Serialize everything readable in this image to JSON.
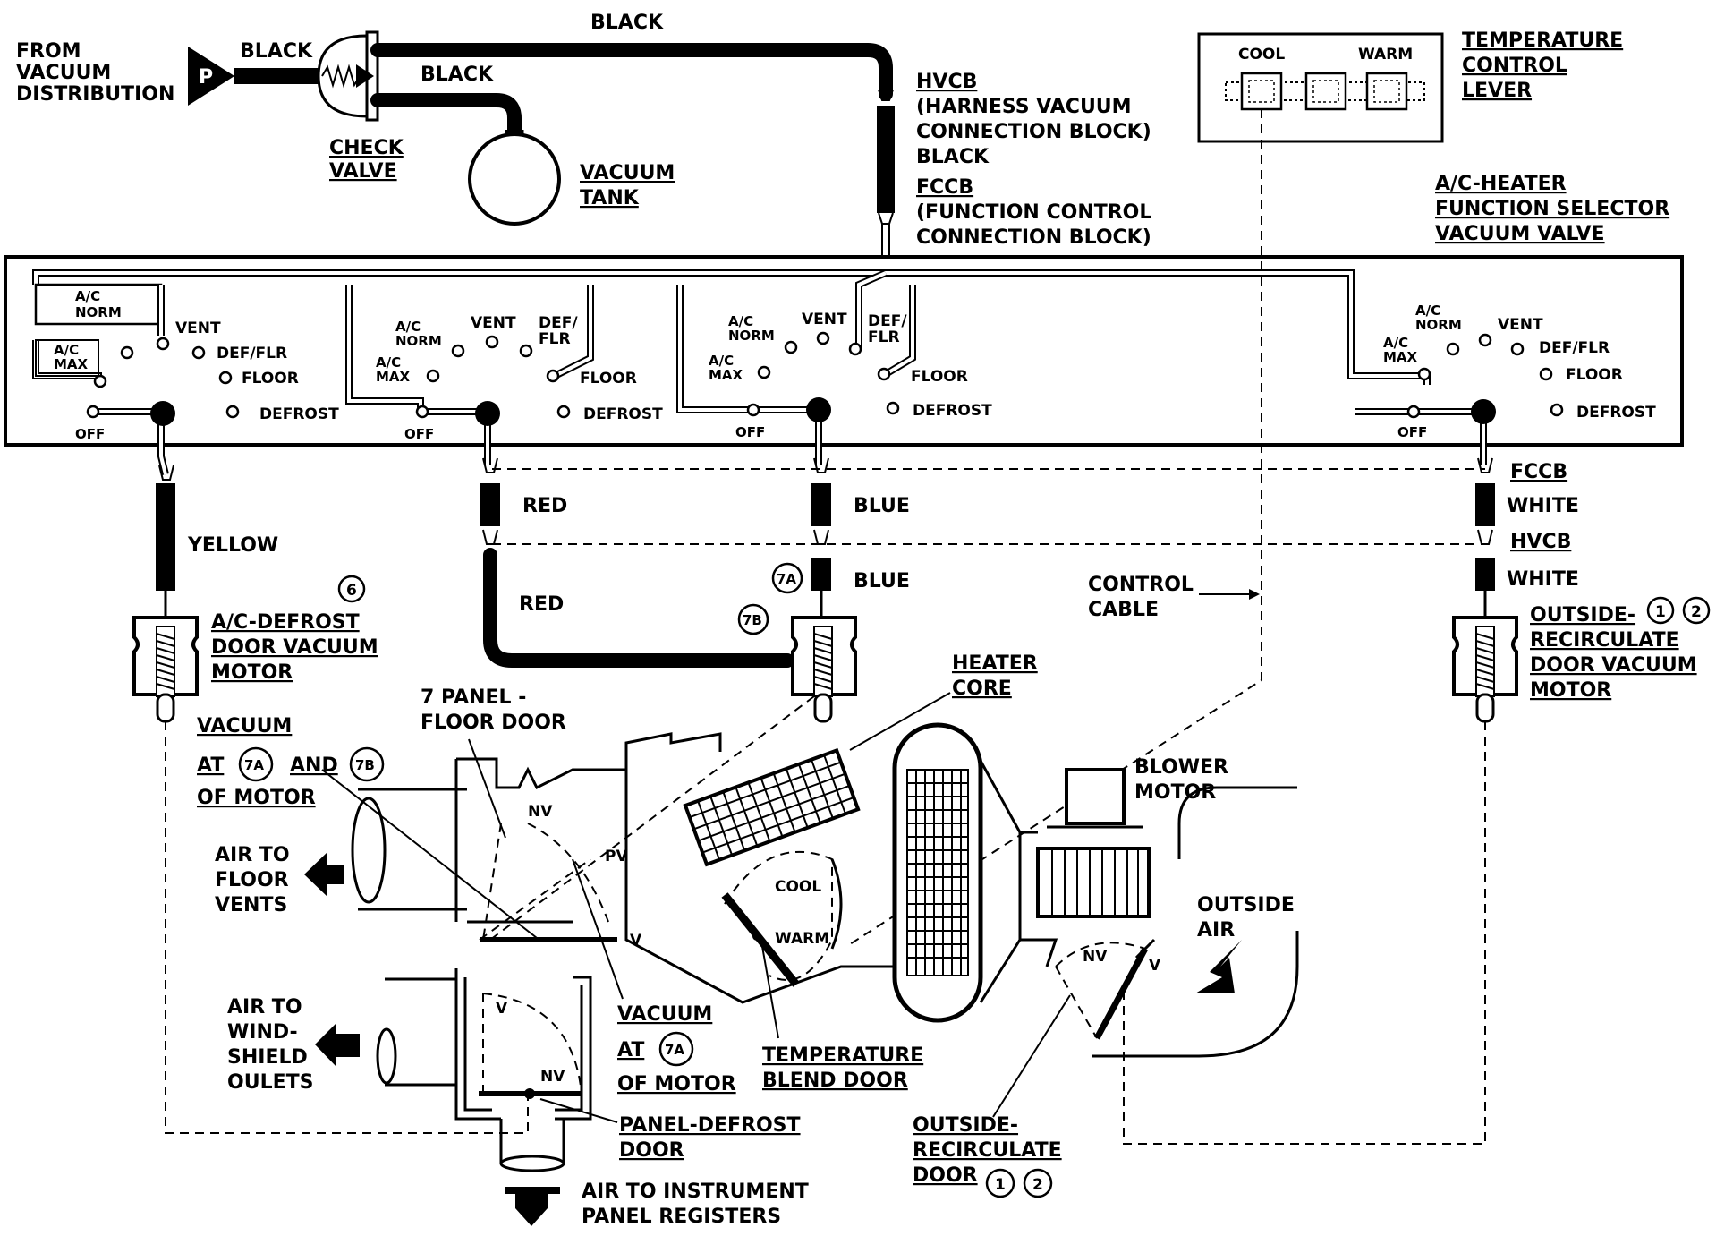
{
  "labels": {
    "from_vacuum_l1": "FROM",
    "from_vacuum_l2": "VACUUM",
    "from_vacuum_l3": "DISTRIBUTION",
    "p": "P",
    "black_1": "BLACK",
    "black_2": "BLACK",
    "black_3": "BLACK",
    "black_4": "BLACK",
    "check_valve_l1": "CHECK",
    "check_valve_l2": "VALVE",
    "vacuum_tank_l1": "VACUUM",
    "vacuum_tank_l2": "TANK",
    "hvcb_top": "HVCB",
    "hvcb_desc_l1": "(HARNESS VACUUM",
    "hvcb_desc_l2": "CONNECTION BLOCK)",
    "fccb_top": "FCCB",
    "fccb_desc_l1": "(FUNCTION CONTROL",
    "fccb_desc_l2": "CONNECTION BLOCK)",
    "temp_lever_l1": "TEMPERATURE",
    "temp_lever_l2": "CONTROL",
    "temp_lever_l3": "LEVER",
    "cool_lever": "COOL",
    "warm_lever": "WARM",
    "selector_l1": "A/C-HEATER",
    "selector_l2": "FUNCTION SELECTOR",
    "selector_l3": "VACUUM VALVE",
    "ac": "A/C",
    "norm": "NORM",
    "max": "MAX",
    "vent": "VENT",
    "def_flr": "DEF/FLR",
    "def_slash": "DEF/",
    "flr": "FLR",
    "floor": "FLOOR",
    "defrost": "DEFROST",
    "off": "OFF",
    "yellow": "YELLOW",
    "red_1": "RED",
    "red_2": "RED",
    "blue_1": "BLUE",
    "blue_2": "BLUE",
    "fccb_right": "FCCB",
    "hvcb_right": "HVCB",
    "white_1": "WHITE",
    "white_2": "WHITE",
    "control_cable_l1": "CONTROL",
    "control_cable_l2": "CABLE",
    "c6": "6",
    "c7a": "7A",
    "c7b": "7B",
    "c1": "1",
    "c2": "2",
    "acdef_motor_l1": "A/C-DEFROST",
    "acdef_motor_l2": "DOOR VACUUM",
    "acdef_motor_l3": "MOTOR",
    "outside_motor_l1": "OUTSIDE-",
    "outside_motor_l2": "RECIRCULATE",
    "outside_motor_l3": "DOOR VACUUM",
    "outside_motor_l4": "MOTOR",
    "panel_floor_l1": "7 PANEL -",
    "panel_floor_l2": "FLOOR DOOR",
    "heater_core_l1": "HEATER",
    "heater_core_l2": "CORE",
    "blower_l1": "BLOWER",
    "blower_l2": "MOTOR",
    "outside_air_l1": "OUTSIDE",
    "outside_air_l2": "AIR",
    "vac78_l1": "VACUUM",
    "vac78_at": "AT",
    "vac78_and": "AND",
    "vac78_l3": "OF MOTOR",
    "floor_vents_l1": "AIR TO",
    "floor_vents_l2": "FLOOR",
    "floor_vents_l3": "VENTS",
    "windshield_l1": "AIR TO",
    "windshield_l2": "WIND-",
    "windshield_l3": "SHIELD",
    "windshield_l4": "OULETS",
    "nv": "NV",
    "pv": "PV",
    "v": "V",
    "cool_door": "COOL",
    "warm_door": "WARM",
    "vac7a_l1": "VACUUM",
    "vac7a_at": "AT",
    "vac7a_l3": "OF MOTOR",
    "temp_blend_l1": "TEMPERATURE",
    "temp_blend_l2": "BLEND DOOR",
    "panel_defrost_l1": "PANEL-DEFROST",
    "panel_defrost_l2": "DOOR",
    "outside_door_l1": "OUTSIDE-",
    "outside_door_l2": "RECIRCULATE",
    "outside_door_l3": "DOOR",
    "instrument_l1": "AIR TO INSTRUMENT",
    "instrument_l2": "PANEL REGISTERS"
  }
}
